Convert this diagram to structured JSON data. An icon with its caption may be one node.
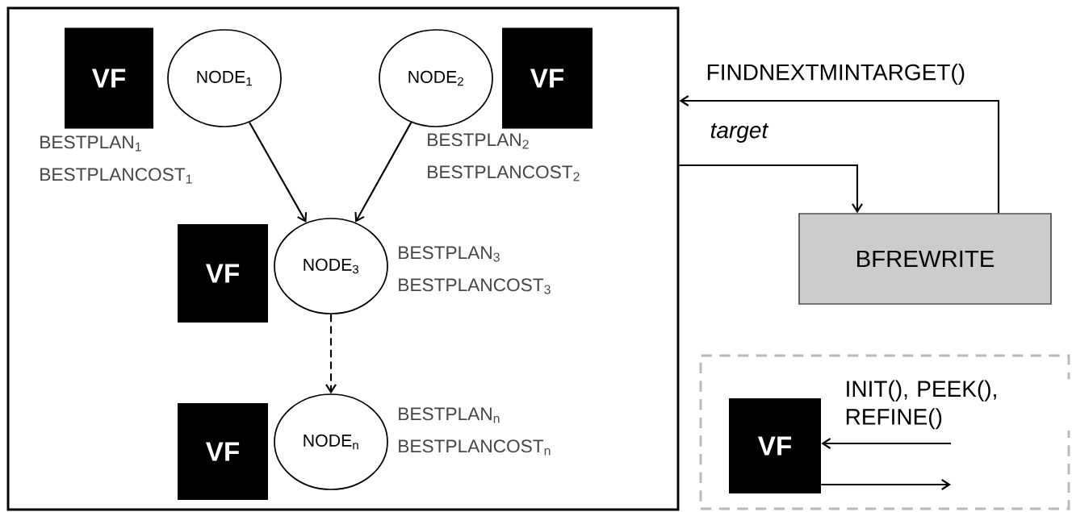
{
  "diagram": {
    "nodes": [
      {
        "text": [],
        "shape": "box"
      },
      {
        "text": [
          "VF"
        ],
        "in": 0
      },
      {
        "text": [
          "NODE$_{1}$"
        ],
        "in": 0,
        "beside": [
          "BESTPLAN$_{1}$",
          "BESTPLANCOST$_{1}$"
        ]
      },
      {
        "text": [
          "NODE$_{2}$"
        ],
        "in": 0,
        "beside": [
          "BESTPLAN$_{2}$",
          "BESTPLANCOST$_{2}$"
        ]
      },
      {
        "text": [
          "VF"
        ],
        "in": 0
      },
      {
        "text": [
          "VF"
        ],
        "in": 0
      },
      {
        "text": [
          "NODE$_{3}$"
        ],
        "in": 0,
        "beside": [
          "BESTPLAN$_{3}$",
          "BESTPLANCOST$_{3}$"
        ]
      },
      {
        "text": [
          "VF"
        ],
        "in": 0
      },
      {
        "text": [
          "NODE$_{n}$"
        ],
        "in": 0,
        "beside": [
          "BESTPLAN$_{n}$",
          "BESTPLANCOST$_{n}$"
        ]
      },
      {
        "text": [
          "BFREWRITE"
        ]
      },
      {
        "text": [],
        "shape": "box"
      },
      {
        "text": [
          "VF"
        ],
        "in": 10
      }
    ],
    "edges": [
      {
        "from": 2,
        "to": 6,
        "arrow": "to"
      },
      {
        "from": 3,
        "to": 6,
        "arrow": "to"
      },
      {
        "from": 6,
        "to": 8,
        "arrow": "to",
        "style": "dashed"
      },
      {
        "from": 9,
        "to": 0,
        "arrow": "to",
        "label": "FINDNEXTMINTARGET()"
      },
      {
        "from": 0,
        "to": 9,
        "arrow": "to",
        "label": "target"
      },
      {
        "from": null,
        "to": 11,
        "arrow": "to",
        "label": "INIT(), PEEK(), REFINE()"
      },
      {
        "from": 11,
        "to": null,
        "arrow": "to"
      }
    ]
  }
}
